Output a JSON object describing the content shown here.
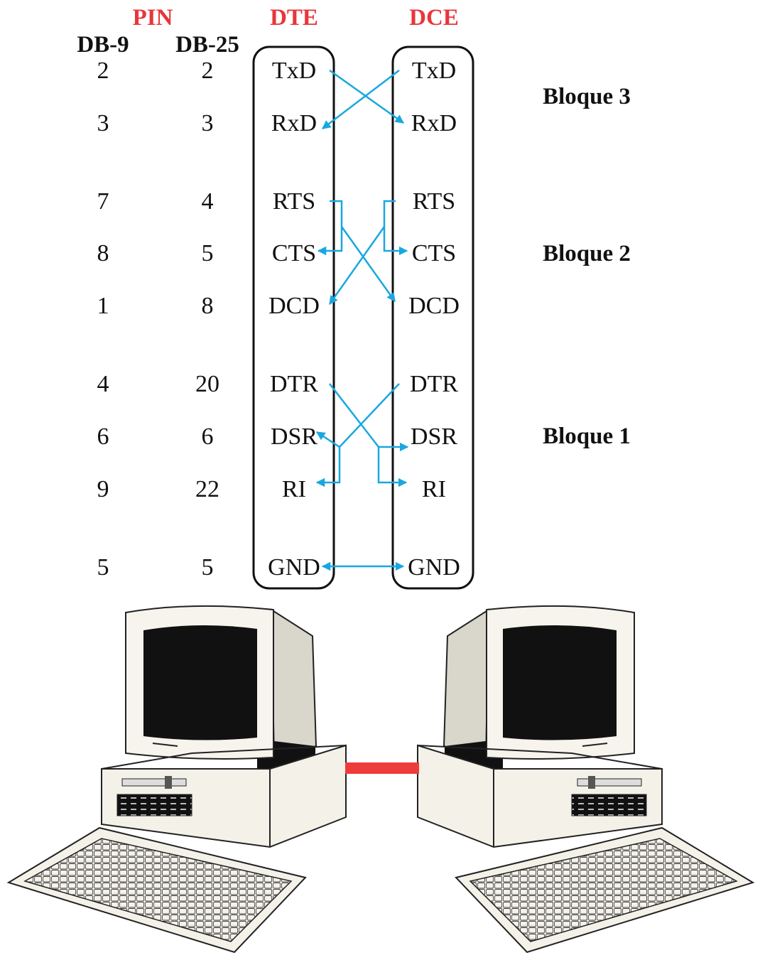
{
  "headers": {
    "pin": "PIN",
    "dte": "DTE",
    "dce": "DCE",
    "db9": "DB-9",
    "db25": "DB-25"
  },
  "rows": [
    {
      "db9": "2",
      "db25": "2",
      "dte": "TxD",
      "dce": "TxD"
    },
    {
      "db9": "3",
      "db25": "3",
      "dte": "RxD",
      "dce": "RxD"
    },
    {
      "db9": "7",
      "db25": "4",
      "dte": "RTS",
      "dce": "RTS"
    },
    {
      "db9": "8",
      "db25": "5",
      "dte": "CTS",
      "dce": "CTS"
    },
    {
      "db9": "1",
      "db25": "8",
      "dte": "DCD",
      "dce": "DCD"
    },
    {
      "db9": "4",
      "db25": "20",
      "dte": "DTR",
      "dce": "DTR"
    },
    {
      "db9": "6",
      "db25": "6",
      "dte": "DSR",
      "dce": "DSR"
    },
    {
      "db9": "9",
      "db25": "22",
      "dte": "RI",
      "dce": "RI"
    },
    {
      "db9": "5",
      "db25": "5",
      "dte": "GND",
      "dce": "GND"
    }
  ],
  "blocks": {
    "b3": "Bloque 3",
    "b2": "Bloque 2",
    "b1": "Bloque 1"
  },
  "colors": {
    "header_red": "#e8363a",
    "wire": "#1aa7e0",
    "link": "#ee3b3b",
    "text": "#111111"
  },
  "icons": {
    "left": "desktop-computer-icon",
    "right": "desktop-computer-icon",
    "link": "serial-cable-link"
  }
}
